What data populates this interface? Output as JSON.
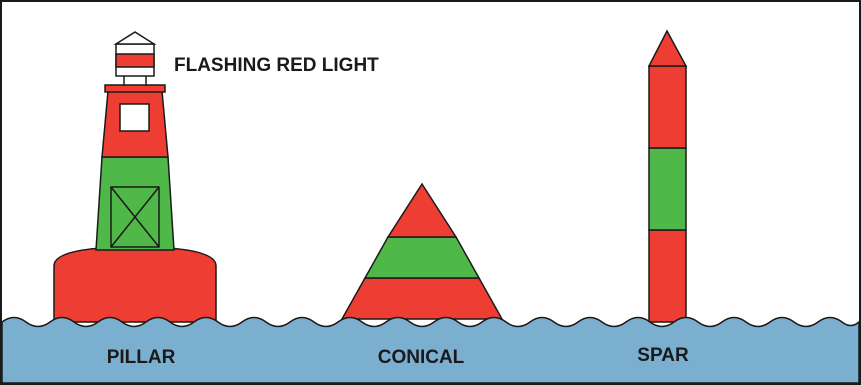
{
  "annotation": {
    "light_label": "FLASHING RED LIGHT"
  },
  "buoys": [
    {
      "id": "pillar",
      "label": "PILLAR"
    },
    {
      "id": "conical",
      "label": "CONICAL"
    },
    {
      "id": "spar",
      "label": "SPAR"
    }
  ],
  "colors": {
    "red": "#ee3e33",
    "green": "#50b848",
    "water": "#7bafd0",
    "outline": "#1a1a1a",
    "background": "#ffffff"
  }
}
